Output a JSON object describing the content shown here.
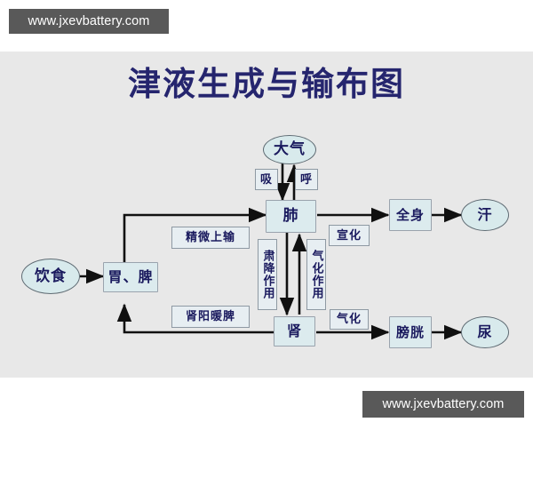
{
  "watermarks": {
    "top": "www.jxevbattery.com",
    "bottom": "www.jxevbattery.com"
  },
  "diagram": {
    "title": "津液生成与输布图",
    "title_color": "#25256e",
    "panel_bg": "#e8e8e8",
    "node_fill": "#dcebee",
    "node_border": "#9aa3ad",
    "label_fill": "#e7eef2",
    "arrow_color": "#101010",
    "nodes": [
      {
        "id": "diet",
        "label": "饮食",
        "shape": "ellipse"
      },
      {
        "id": "stomach",
        "label": "胃、脾",
        "shape": "rect"
      },
      {
        "id": "air",
        "label": "大气",
        "shape": "ellipse"
      },
      {
        "id": "lung",
        "label": "肺",
        "shape": "rect"
      },
      {
        "id": "body",
        "label": "全身",
        "shape": "rect"
      },
      {
        "id": "sweat",
        "label": "汗",
        "shape": "ellipse"
      },
      {
        "id": "kidney",
        "label": "肾",
        "shape": "rect"
      },
      {
        "id": "bladder",
        "label": "膀胱",
        "shape": "rect"
      },
      {
        "id": "urine",
        "label": "尿",
        "shape": "ellipse"
      }
    ],
    "edge_labels": [
      {
        "id": "inhale",
        "label": "吸",
        "orientation": "horizontal"
      },
      {
        "id": "exhale",
        "label": "呼",
        "orientation": "horizontal"
      },
      {
        "id": "essence-upward",
        "label": "精微上输",
        "orientation": "horizontal"
      },
      {
        "id": "diffusion",
        "label": "宣化",
        "orientation": "horizontal"
      },
      {
        "id": "descending",
        "label": "肃降作用",
        "orientation": "vertical"
      },
      {
        "id": "qi-transform-lung",
        "label": "气化作用",
        "orientation": "vertical"
      },
      {
        "id": "kidney-yang-warms",
        "label": "肾阳暖脾",
        "orientation": "horizontal"
      },
      {
        "id": "qi-transform-kid",
        "label": "气化",
        "orientation": "horizontal"
      }
    ]
  }
}
